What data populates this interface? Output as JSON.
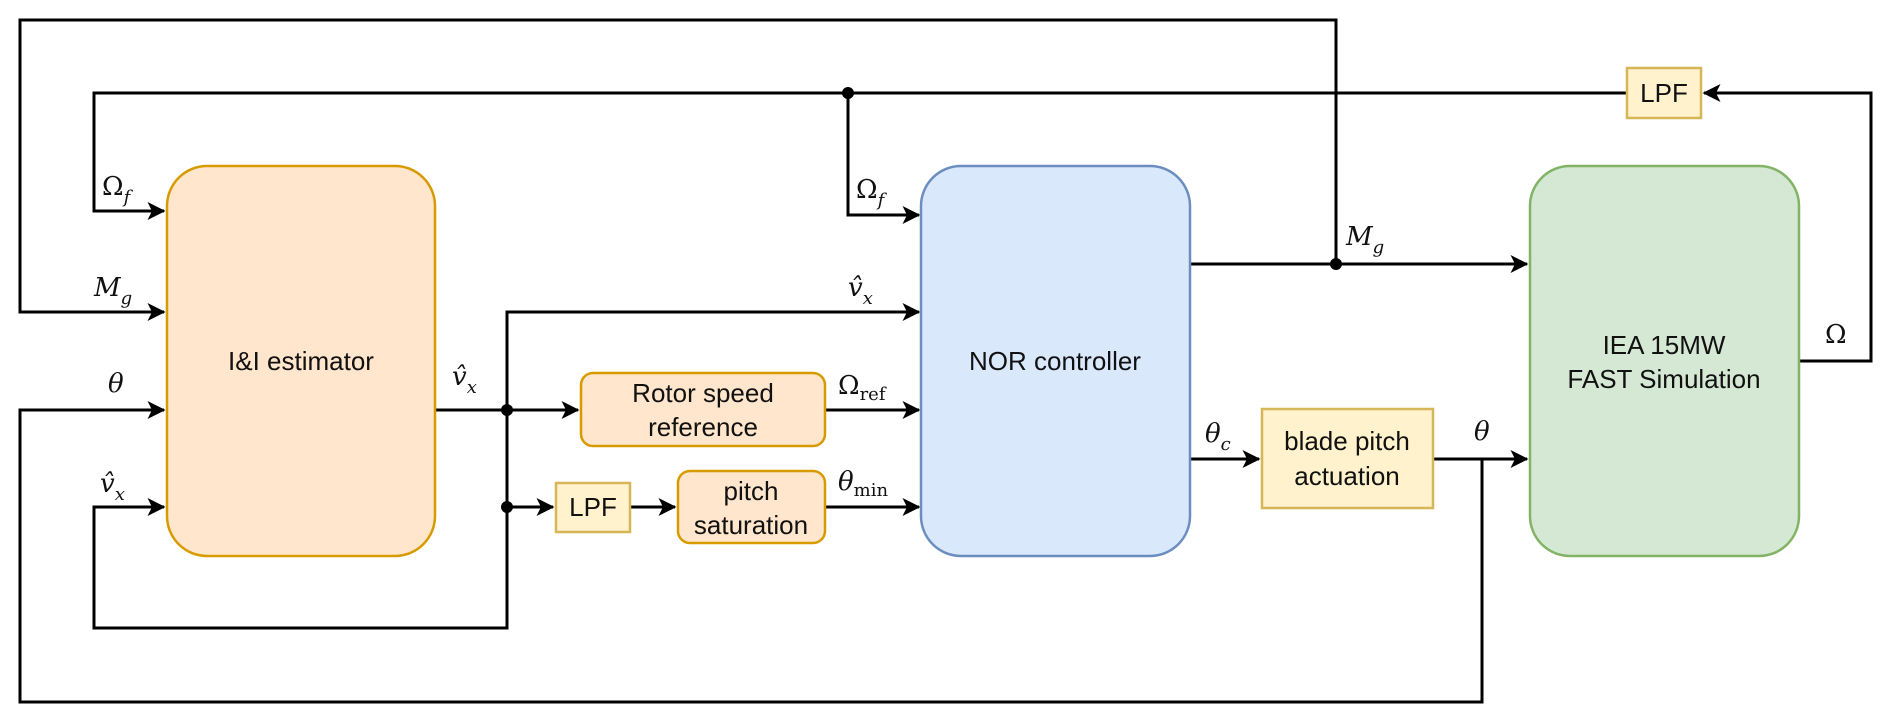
{
  "colors": {
    "estimator_fill": "#ffe6cc",
    "estimator_stroke": "#d79b00",
    "controller_fill": "#dae8fc",
    "controller_stroke": "#6c8ebf",
    "plant_fill": "#d5e8d4",
    "plant_stroke": "#82b366",
    "filter_fill": "#fff2cc",
    "filter_stroke": "#d6b656"
  },
  "blocks": {
    "estimator": {
      "label": "I&I estimator"
    },
    "controller": {
      "label": "NOR controller"
    },
    "plant": {
      "line1": "IEA 15MW",
      "line2": "FAST Simulation"
    },
    "rotor_ref": {
      "line1": "Rotor speed",
      "line2": "reference"
    },
    "pitch_sat": {
      "line1": "pitch",
      "line2": "saturation"
    },
    "lpf_top": {
      "label": "LPF"
    },
    "lpf_mid": {
      "label": "LPF"
    },
    "actuation": {
      "line1": "blade pitch",
      "line2": "actuation"
    }
  },
  "signals": {
    "omega_f": {
      "base": "Ω",
      "sub": "f"
    },
    "m_g": {
      "base": "M",
      "sub": "g"
    },
    "theta": {
      "base": "θ"
    },
    "v_hat_x": {
      "base": "v̂",
      "sub": "x"
    },
    "omega_ref": {
      "base": "Ω",
      "sub": "ref"
    },
    "theta_min": {
      "base": "θ",
      "sub": "min"
    },
    "theta_c": {
      "base": "θ",
      "sub": "c"
    },
    "omega": {
      "base": "Ω"
    }
  }
}
